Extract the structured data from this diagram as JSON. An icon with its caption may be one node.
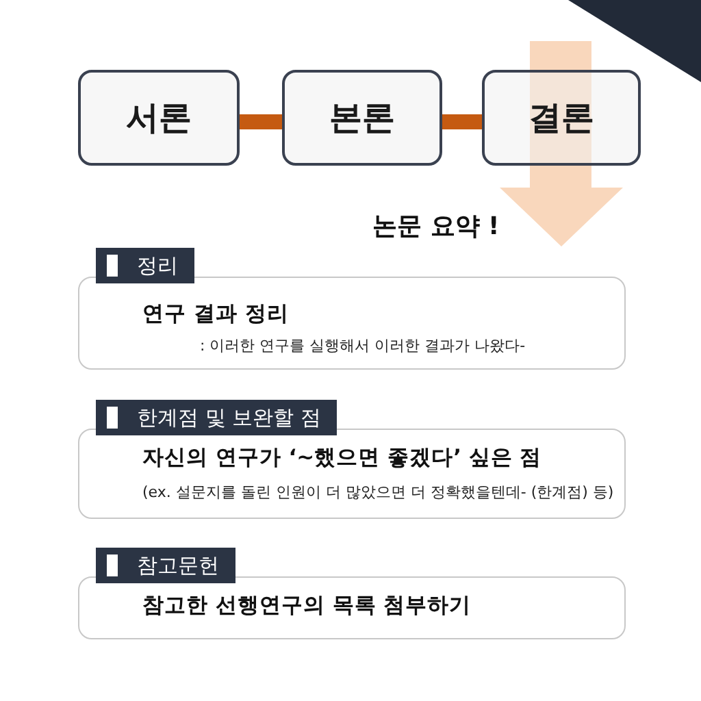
{
  "diagram": {
    "nodes": [
      {
        "text": [
          "서론"
        ]
      },
      {
        "text": [
          "본론"
        ]
      },
      {
        "text": [
          "결론"
        ]
      },
      {
        "text": [
          "정리",
          "연구 결과 정리",
          ": 이러한 연구를 실행해서 이러한 결과가 나왔다-"
        ]
      },
      {
        "text": [
          "한계점 및 보완할 점",
          "자신의 연구가 ‘~했으면 좋겠다’ 싶은 점",
          "(ex. 설문지를 돌린 인원이 더 많았으면 더 정확했을텐데- (한계점) 등)"
        ]
      },
      {
        "text": [
          "참고문헌",
          "참고한 선행연구의 목록 첨부하기"
        ]
      }
    ],
    "edges": [
      {
        "from": 0,
        "to": 1,
        "arrow": "none"
      },
      {
        "from": 1,
        "to": 2,
        "arrow": "none"
      },
      {
        "from": 2,
        "to": 3,
        "arrow": "to",
        "color": "#f7c9a6"
      }
    ],
    "labels": [
      "논문 요약 !"
    ]
  }
}
